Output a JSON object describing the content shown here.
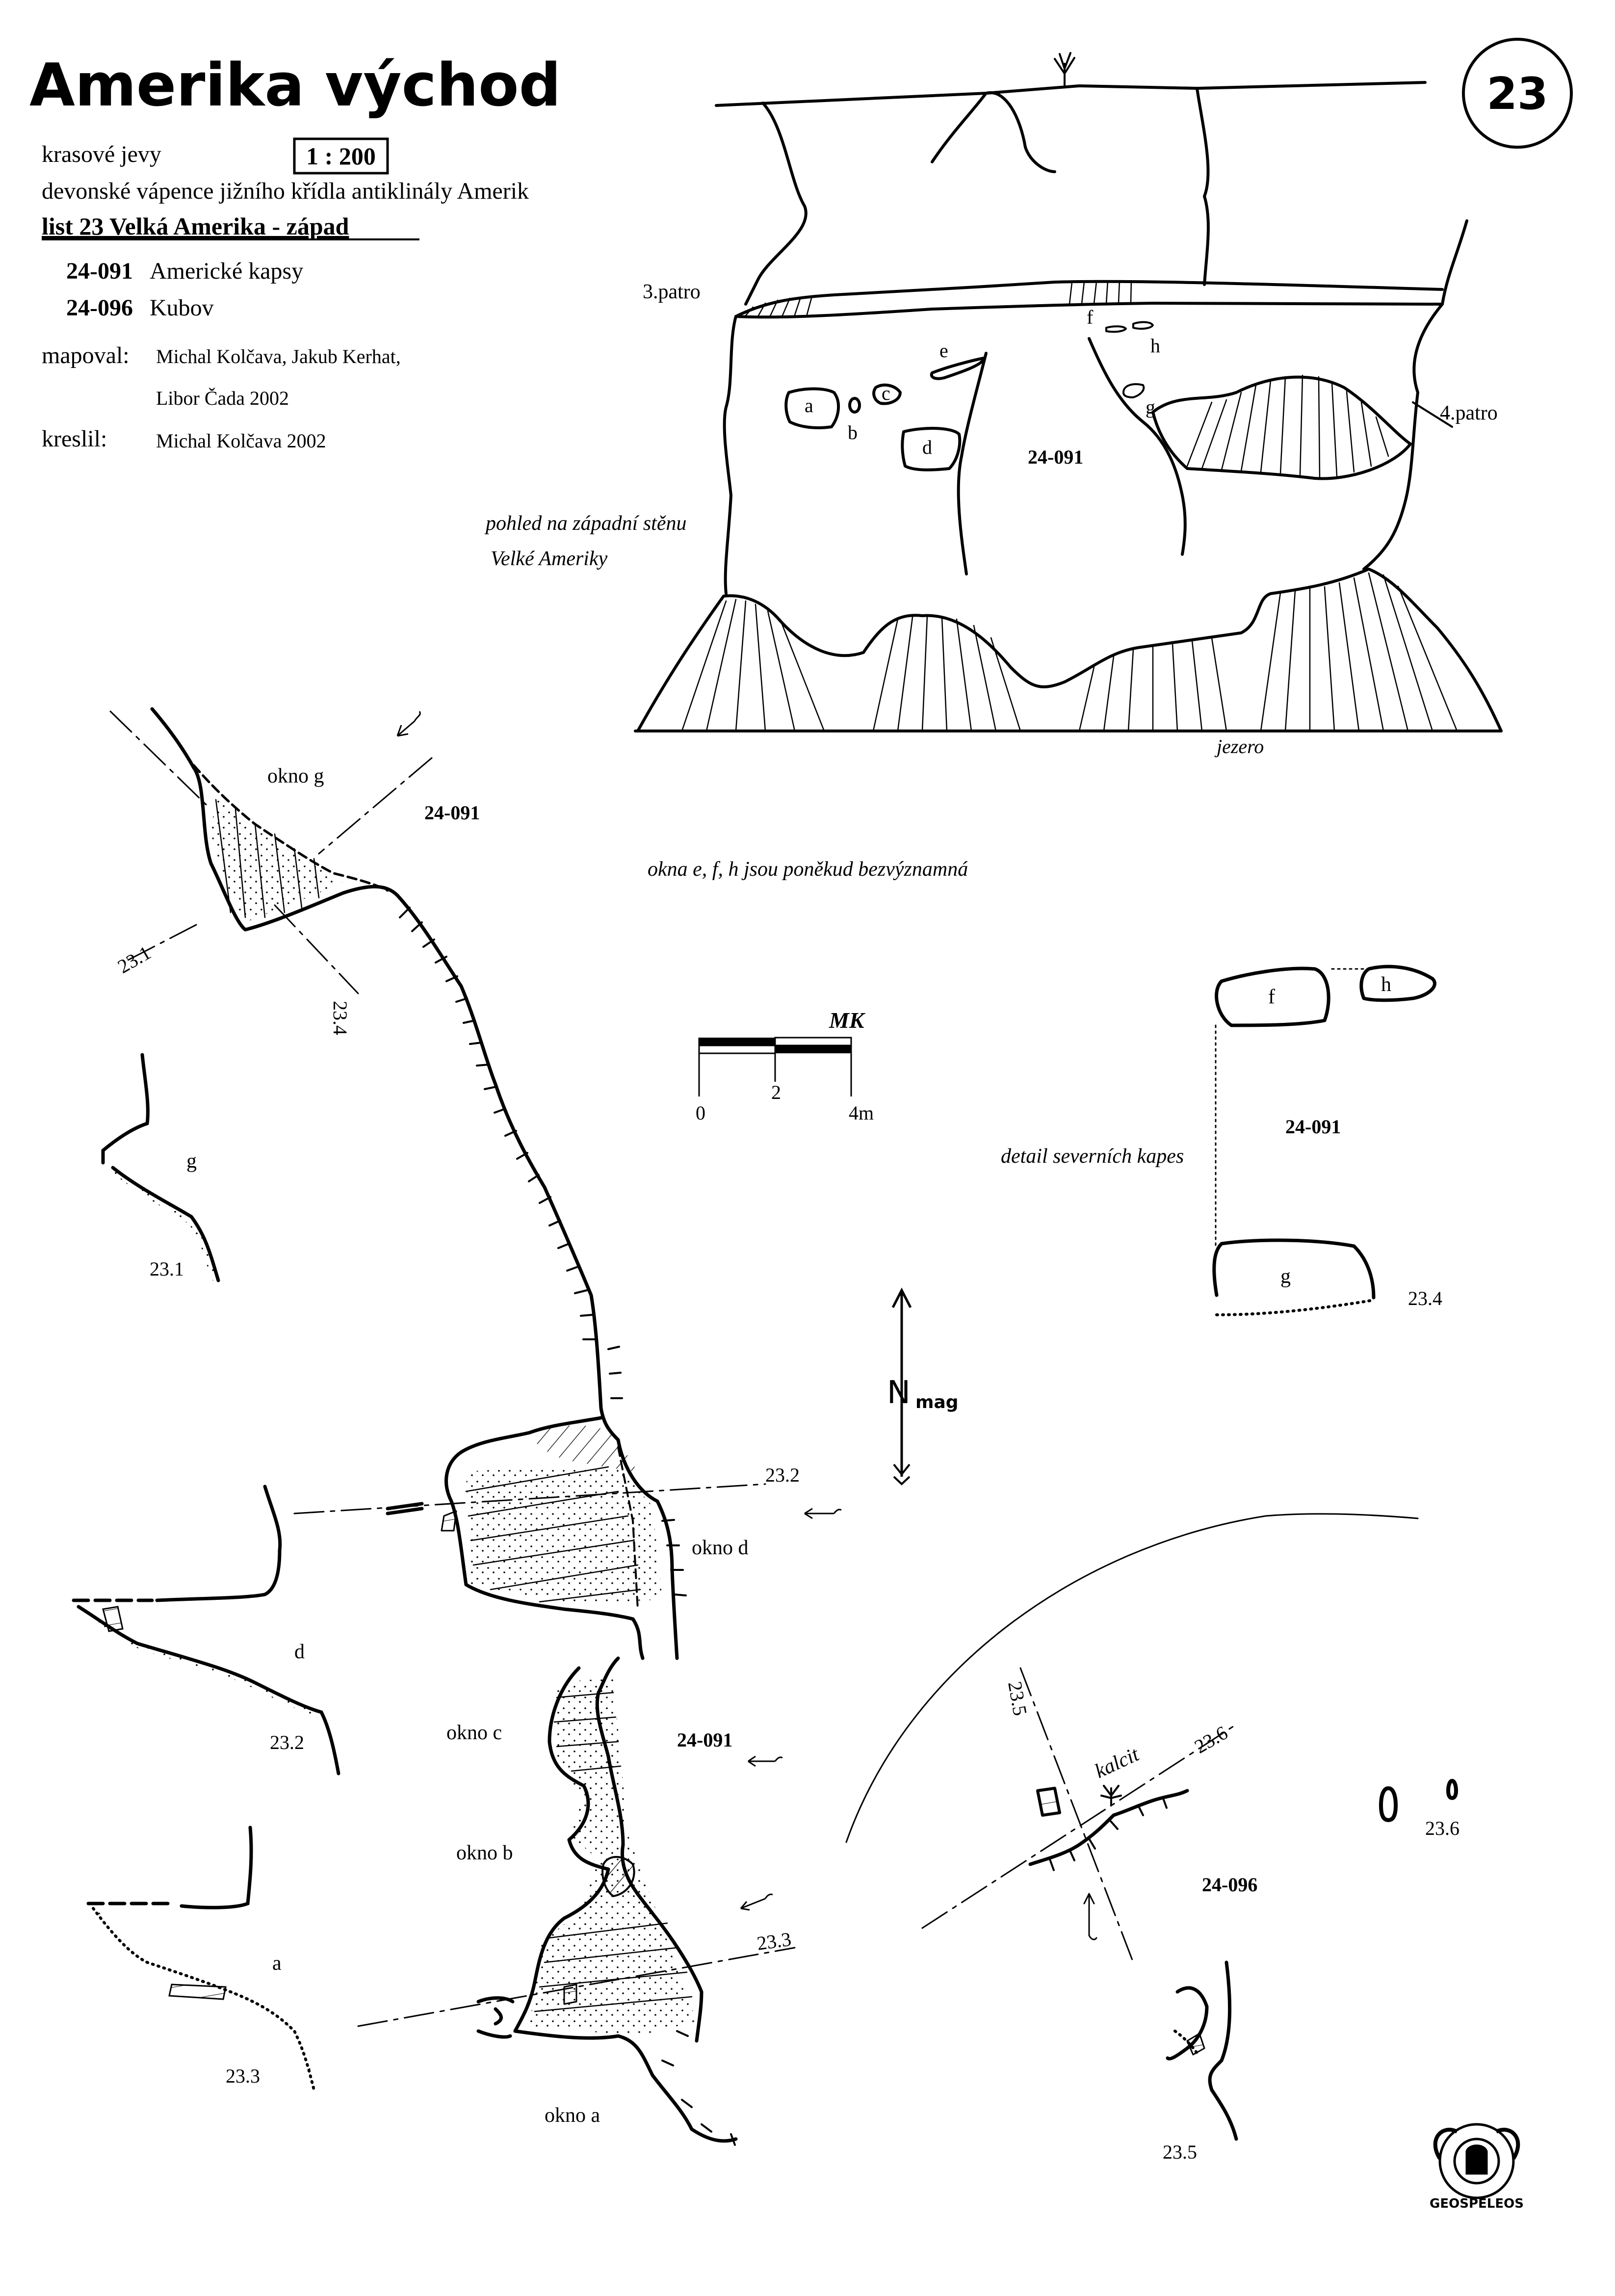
{
  "header": {
    "title": "Amerika východ",
    "sheet_number": "23",
    "category": "krasové jevy",
    "scale": "1 : 200",
    "region": "devonské vápence jižního křídla antiklinály Amerik",
    "sheet_label": "list 23  Velká Amerika - západ",
    "sites": [
      {
        "code": "24-091",
        "name": "Americké kapsy"
      },
      {
        "code": "24-096",
        "name": "Kubov"
      }
    ],
    "mapped_label": "mapoval:",
    "mapped_by_1": "Michal Kolčava, Jakub Kerhat,",
    "mapped_by_2": "Libor Čada 2002",
    "drawn_label": "kreslil:",
    "drawn_by": "Michal Kolčava 2002"
  },
  "elevation": {
    "level_3": "3.patro",
    "level_4": "4.patro",
    "caption_1": "pohled na západní stěnu",
    "caption_2": "Velké Ameriky",
    "site": "24-091",
    "lake": "jezero",
    "pockets": [
      "a",
      "b",
      "c",
      "d",
      "e",
      "f",
      "g",
      "h"
    ]
  },
  "note": "okna e, f, h jsou poněkud bezvýznamná",
  "scale_bar": {
    "ticks": [
      "0",
      "2",
      "4m"
    ],
    "signature": "MK"
  },
  "north": "N",
  "north_sub": "mag",
  "plan": {
    "window_g": "okno g",
    "window_d": "okno d",
    "window_c": "okno c",
    "window_b": "okno b",
    "window_a": "okno a",
    "site": "24-091",
    "sec_23_1": "23.1",
    "sec_23_2": "23.2",
    "sec_23_3": "23.3",
    "sec_23_4": "23.4"
  },
  "sections": {
    "g": "g",
    "g_id": "23.1",
    "d": "d",
    "d_id": "23.2",
    "a": "a",
    "a_id": "23.3"
  },
  "detail": {
    "f": "f",
    "h": "h",
    "g": "g",
    "site": "24-091",
    "caption": "detail severních kapes",
    "section_id": "23.4"
  },
  "kubov": {
    "site": "24-096",
    "calcite": "kalcit",
    "sec_23_5": "23.5",
    "sec_23_6": "23.6",
    "section_23_6": "23.6",
    "section_23_5": "23.5"
  },
  "logo_text": "GEOSPELEOS"
}
